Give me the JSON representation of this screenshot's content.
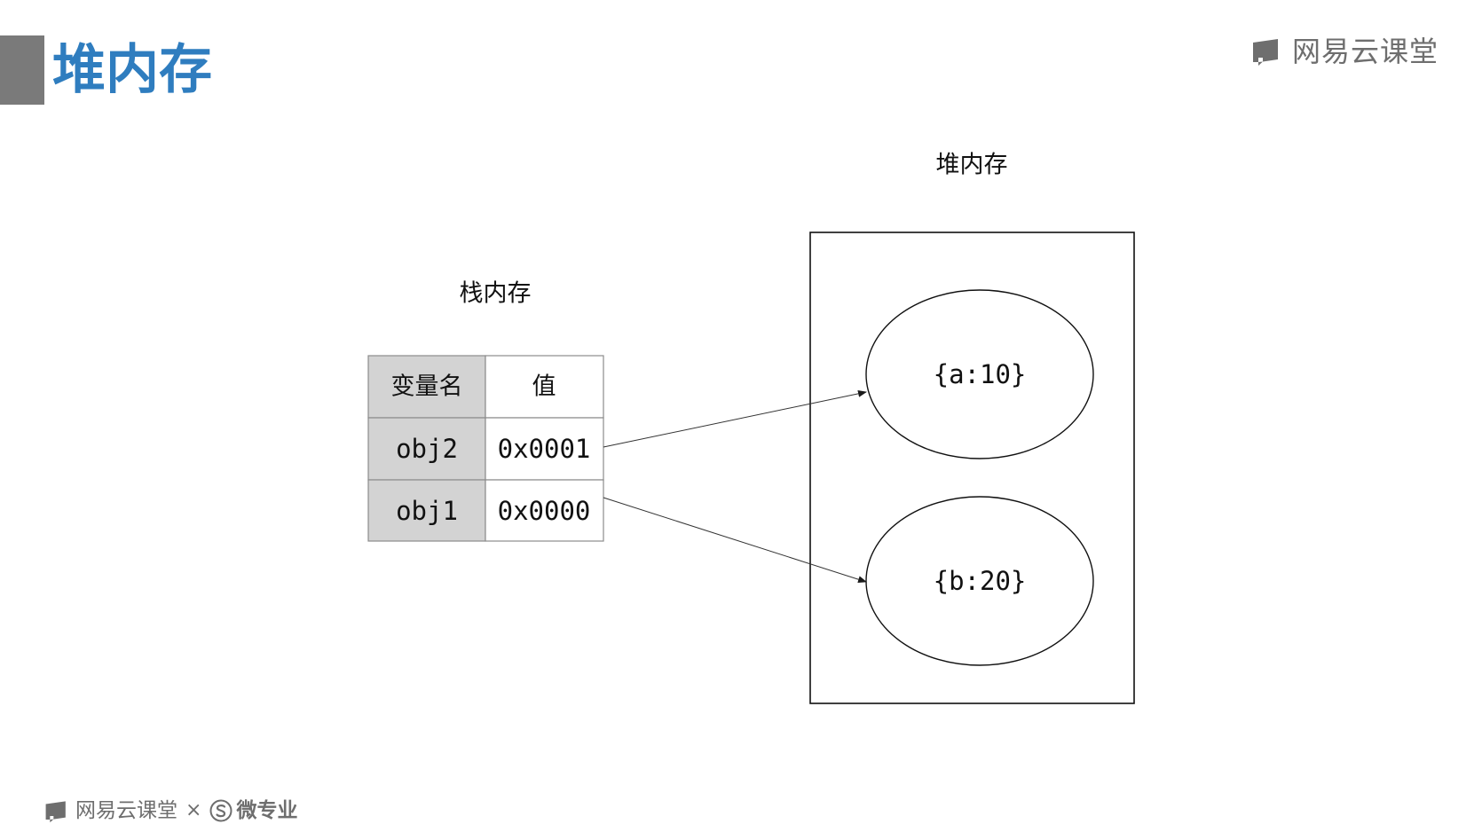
{
  "title": "堆内存",
  "brand": {
    "name": "网易云课堂",
    "icon": "book-icon"
  },
  "diagram": {
    "heap_label": "堆内存",
    "stack_label": "栈内存",
    "table": {
      "headers": [
        "变量名",
        "值"
      ],
      "rows": [
        {
          "name": "obj2",
          "value": "0x0001"
        },
        {
          "name": "obj1",
          "value": "0x0000"
        }
      ]
    },
    "heap_objects": [
      "{a:10}",
      "{b:20}"
    ]
  },
  "footer": {
    "brand": "网易云课堂",
    "brand_icon": "book-icon",
    "separator": "×",
    "partner_icon": "circled-s-icon",
    "partner": "微专业"
  },
  "colors": {
    "accent": "#2f7dbf",
    "bar": "#7a7a7a",
    "brand": "#6e6e6e",
    "cell": "#d3d3d3"
  }
}
